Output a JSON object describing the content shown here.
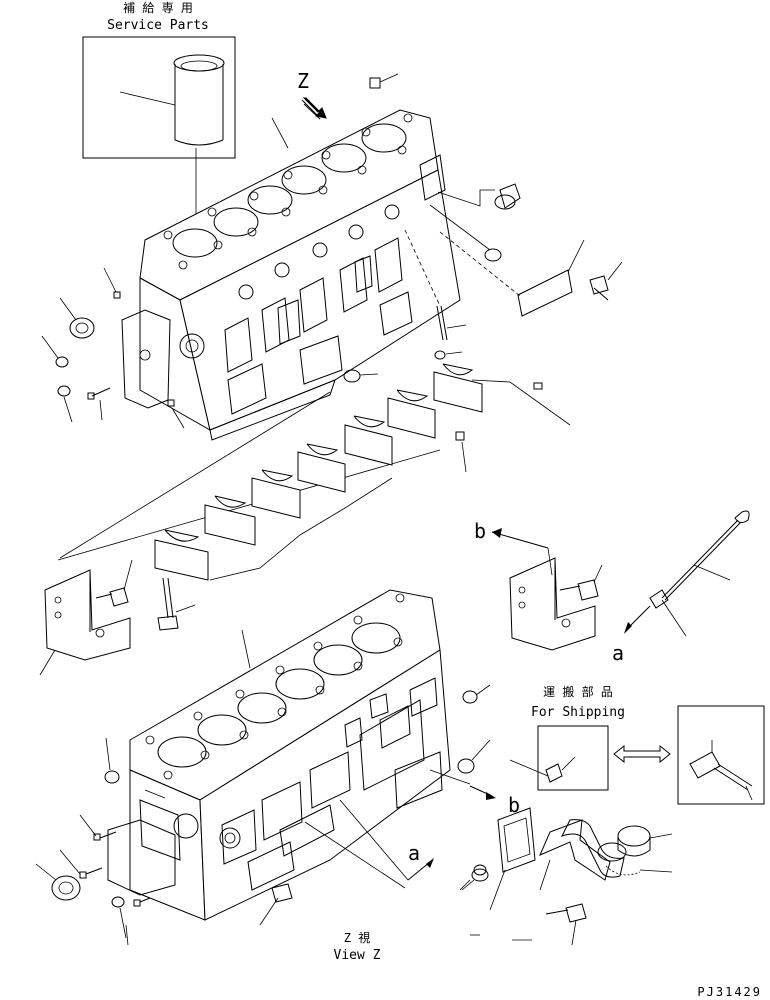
{
  "service_box": {
    "title_jp": "補 給 専 用",
    "title_en": "Service Parts"
  },
  "shipping_box": {
    "title_jp": "運 搬 部 品",
    "title_en": "For Shipping"
  },
  "view_marker": "Z",
  "view_caption": {
    "jp": "Z 視",
    "en": "View Z"
  },
  "callouts": {
    "a_upper": "a",
    "a_lower": "a",
    "b_upper": "b",
    "b_lower": "b"
  },
  "drawing_code": "PJ31429"
}
